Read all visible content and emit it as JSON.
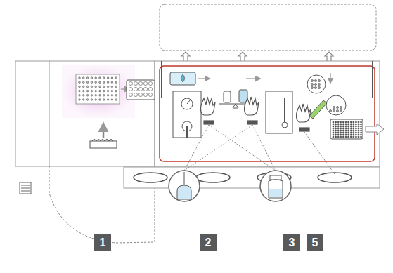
{
  "diagram": {
    "labels": [
      "1",
      "2",
      "3",
      "5"
    ]
  }
}
